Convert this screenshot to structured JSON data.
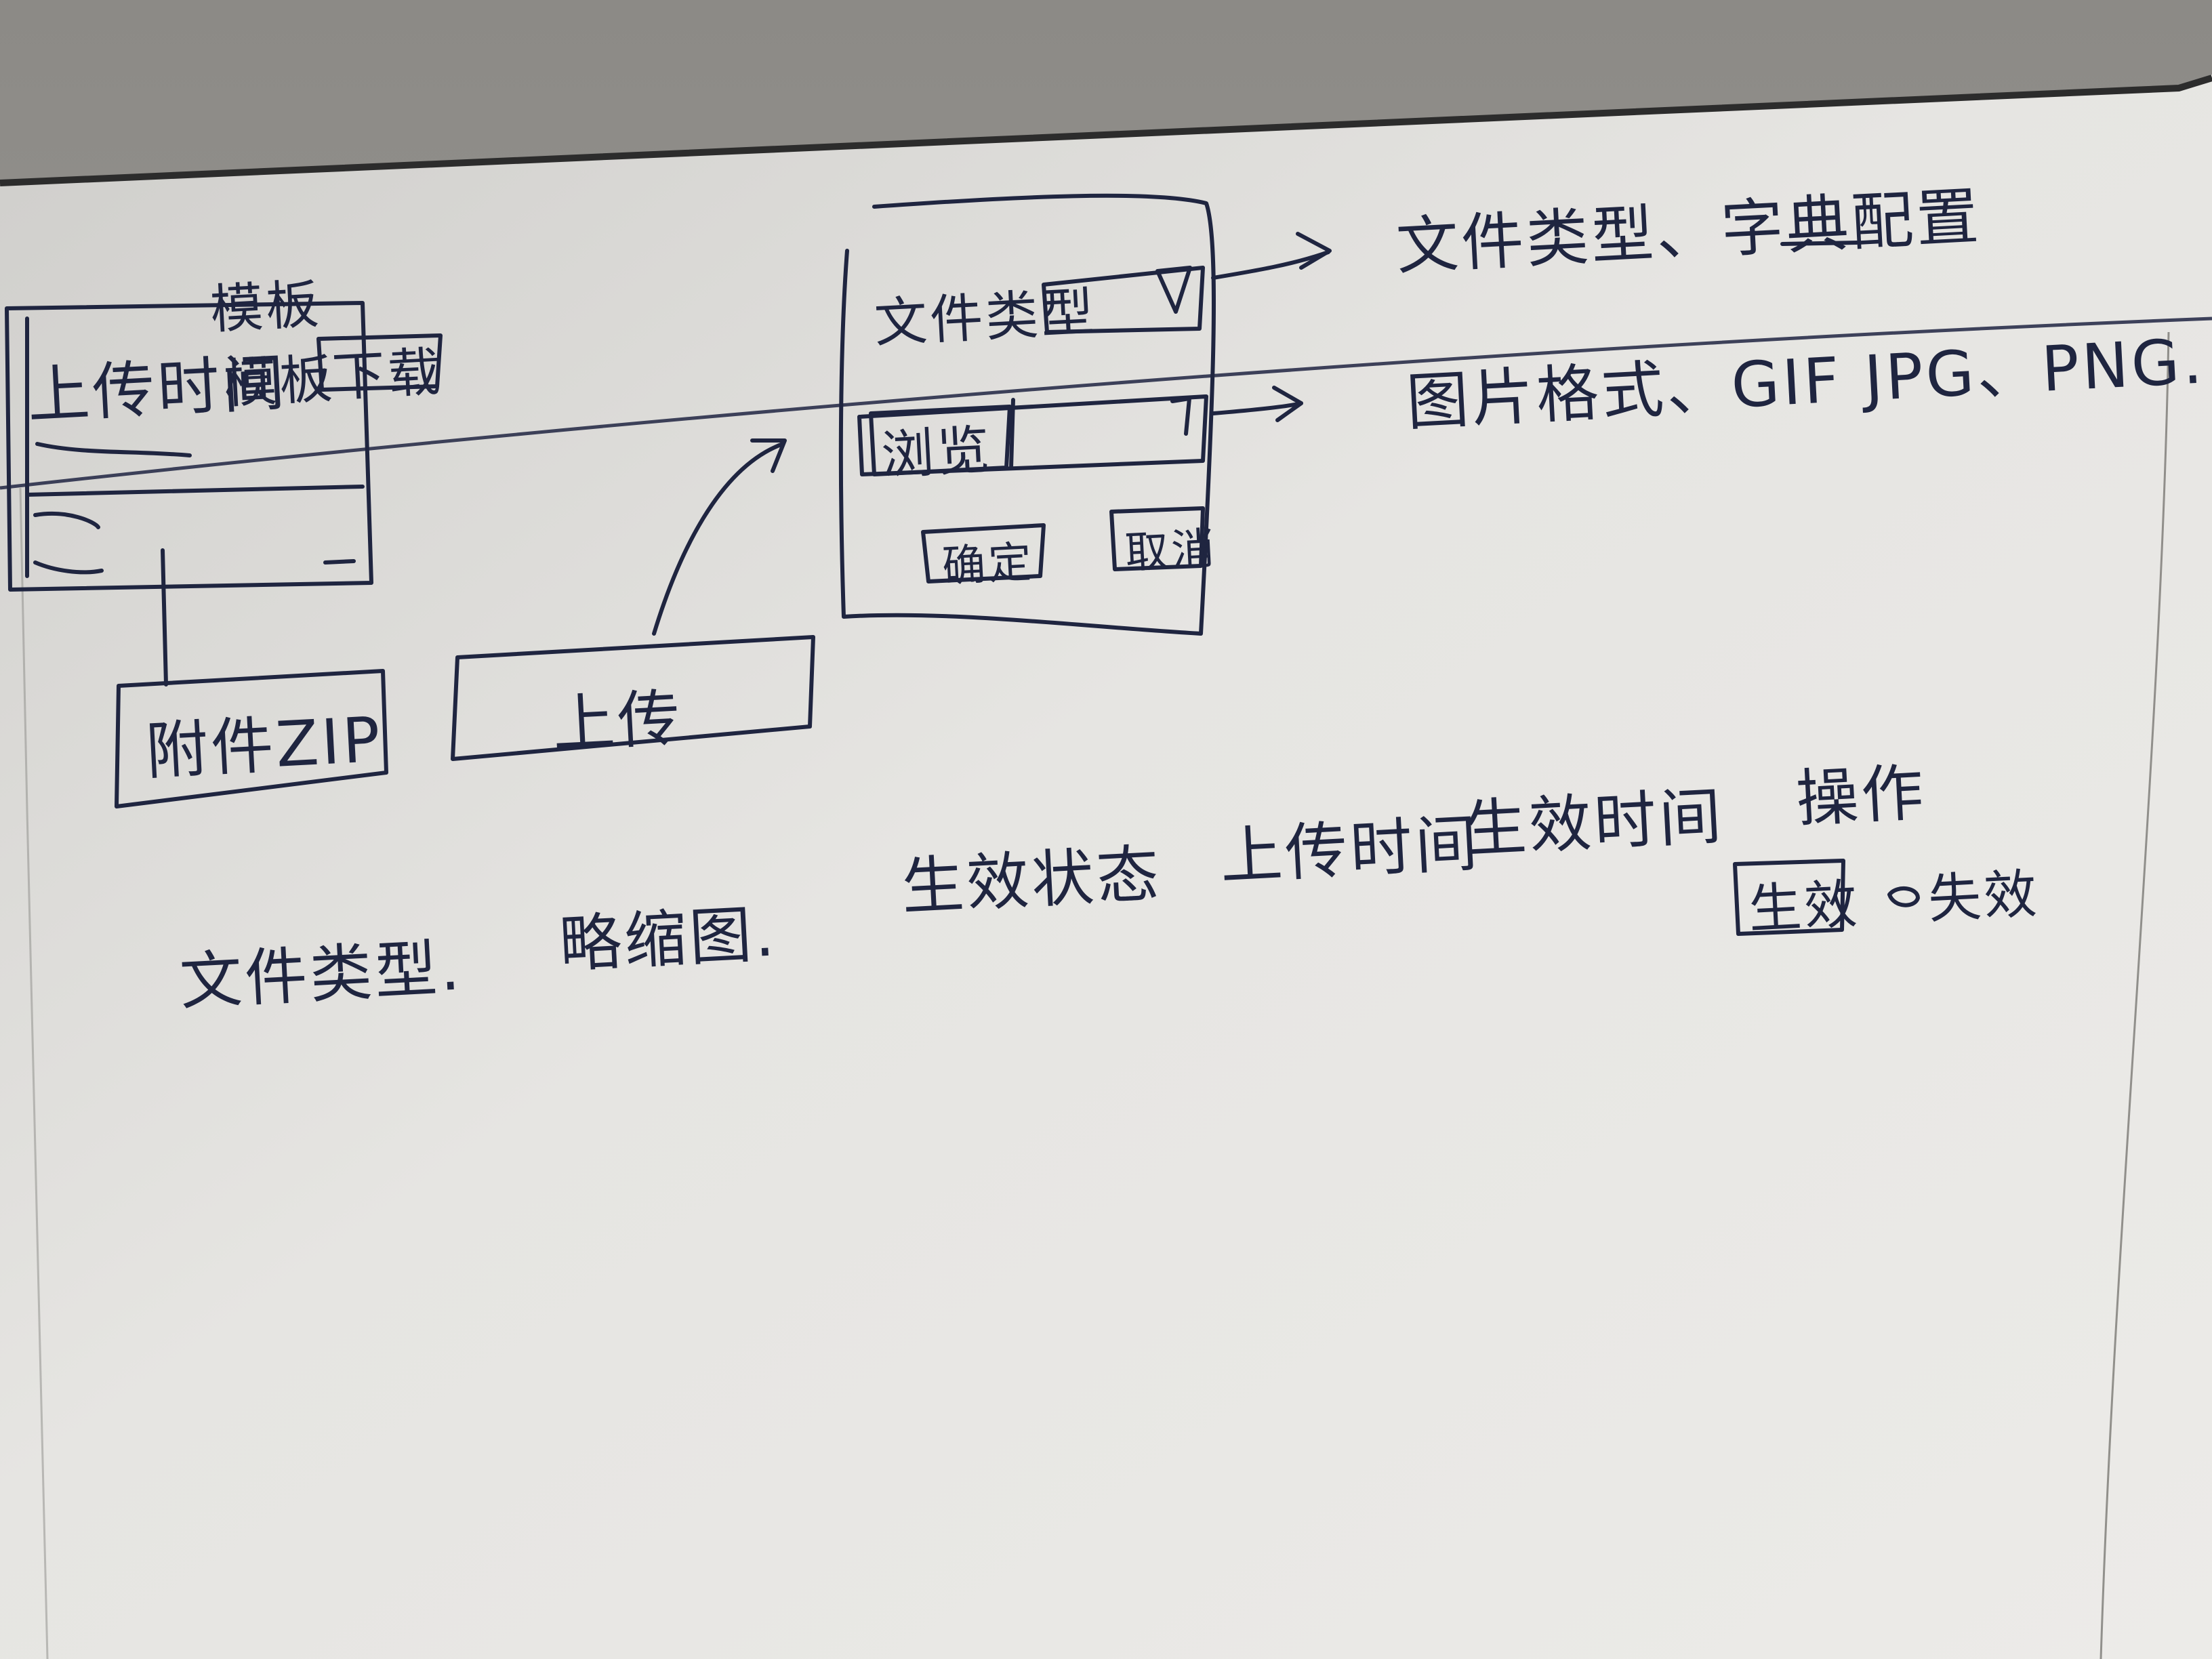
{
  "list_panel": {
    "title": "模板",
    "uploaded_time_label": "上传时间",
    "template_label": "模板",
    "download_button": "下载"
  },
  "attachment_zip_label": "附件ZIP",
  "upload_button": "上传",
  "upload_dialog": {
    "file_type_label": "文件类型",
    "preview_label": "浏览",
    "confirm_button": "确定",
    "cancel_button": "取消"
  },
  "notes": {
    "file_type_note": "文件类型、字典配置",
    "image_format_note": "图片格式、GIF JPG、PNG."
  },
  "table": {
    "columns": [
      "文件类型.",
      "略缩图.",
      "生效状态",
      "上传时间",
      "生效时间",
      "操作"
    ],
    "actions": {
      "activate_button": "生效",
      "deactivate_label": "失效"
    }
  },
  "colors": {
    "ink": "#1f2540",
    "paper": "#e4e3e0"
  }
}
